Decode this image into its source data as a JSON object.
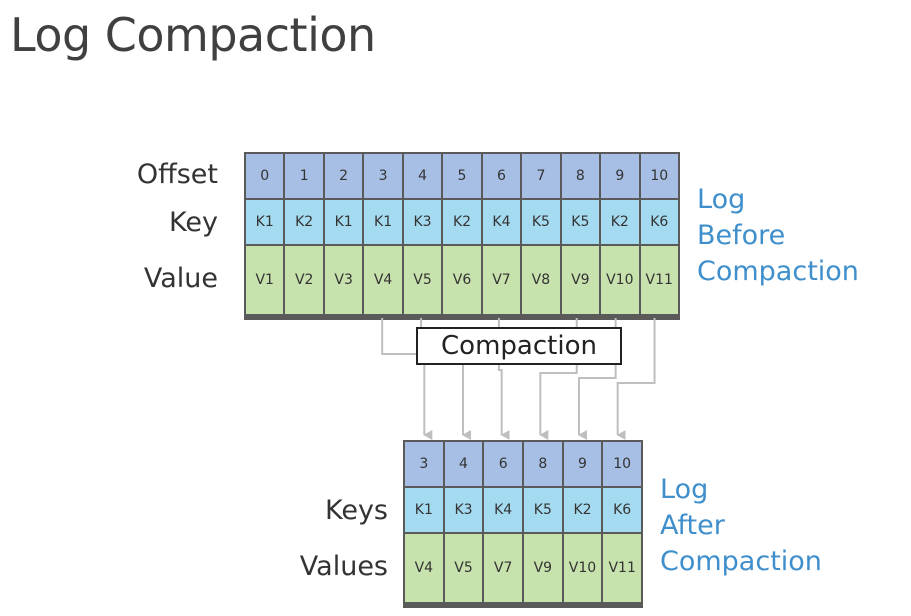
{
  "title": "Log Compaction",
  "before": {
    "labels": {
      "offset": "Offset",
      "key": "Key",
      "value": "Value"
    },
    "side_label": [
      "Log",
      "Before",
      "Compaction"
    ],
    "offsets": [
      "0",
      "1",
      "2",
      "3",
      "4",
      "5",
      "6",
      "7",
      "8",
      "9",
      "10"
    ],
    "keys": [
      "K1",
      "K2",
      "K1",
      "K1",
      "K3",
      "K2",
      "K4",
      "K5",
      "K5",
      "K2",
      "K6"
    ],
    "values": [
      "V1",
      "V2",
      "V3",
      "V4",
      "V5",
      "V6",
      "V7",
      "V8",
      "V9",
      "V10",
      "V11"
    ]
  },
  "compaction_label": "Compaction",
  "after": {
    "labels": {
      "keys": "Keys",
      "values": "Values"
    },
    "side_label": [
      "Log",
      "After",
      "Compaction"
    ],
    "offsets": [
      "3",
      "4",
      "6",
      "8",
      "9",
      "10"
    ],
    "keys": [
      "K1",
      "K3",
      "K4",
      "K5",
      "K2",
      "K6"
    ],
    "values": [
      "V4",
      "V5",
      "V7",
      "V9",
      "V10",
      "V11"
    ]
  },
  "colors": {
    "offset_fill": "#a7bfe4",
    "key_fill": "#a5dbf0",
    "value_fill": "#c7e2ad",
    "side_label": "#3f8fcc",
    "arrow": "#bfbfbf"
  }
}
